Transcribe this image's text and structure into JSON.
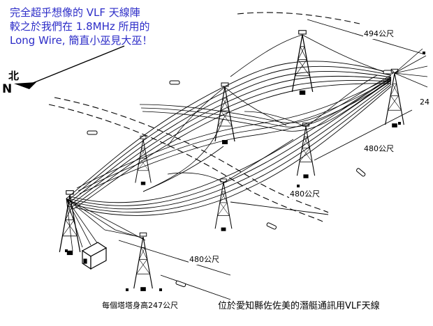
{
  "caption": {
    "line1": "完全超乎想像的 VLF 天線陣",
    "line2": "較之於我們在 1.8MHz 所用的",
    "line3": "Long Wire, 簡直小巫見大巫！"
  },
  "compass": {
    "letter": "N",
    "chinese": "北"
  },
  "dimensions": {
    "d494": "494公尺",
    "d480_right": "480公尺",
    "d480_mid": "480公尺",
    "d480_left": "480公尺",
    "d24": "24"
  },
  "tower_height_note": "每個塔塔身高247公尺",
  "bottom_caption": "位於愛知縣佐佐美的潛艇通訊用VLF天線"
}
